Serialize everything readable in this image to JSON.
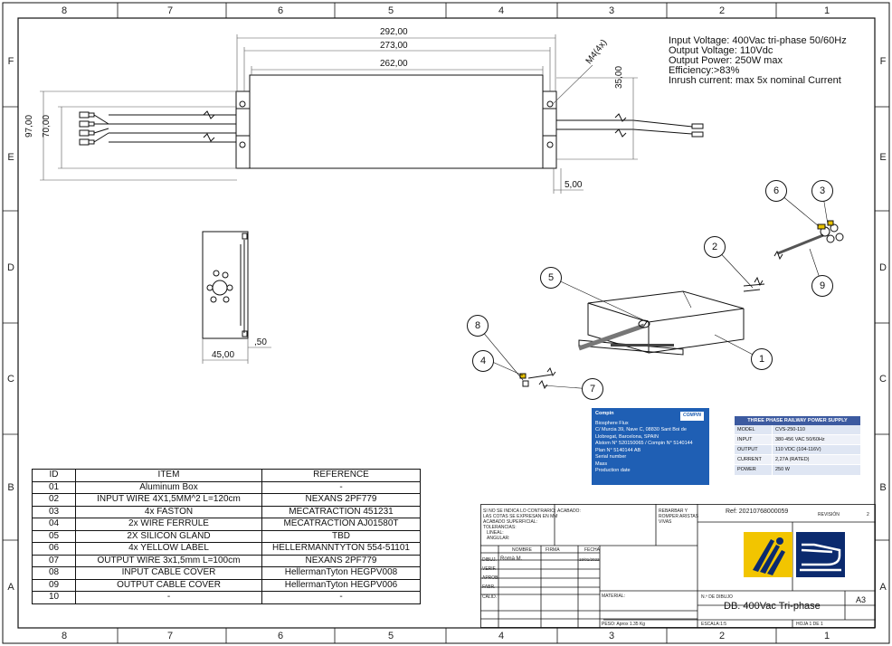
{
  "zones": {
    "columns": [
      "8",
      "7",
      "6",
      "5",
      "4",
      "3",
      "2",
      "1"
    ],
    "rows": [
      "F",
      "E",
      "D",
      "C",
      "B",
      "A"
    ]
  },
  "specs": [
    "Input Voltage: 400Vac tri-phase 50/60Hz",
    "Output Voltage: 110Vdc",
    "Output Power: 250W max",
    "Efficiency:>83%",
    "Inrush current: max 5x nominal Current"
  ],
  "dimensions": {
    "d292": "292,00",
    "d273": "273,00",
    "d262": "262,00",
    "d97": "97,00",
    "d70": "70,00",
    "d35": "35,00",
    "d5": "5,00",
    "m4": "M4(4x)",
    "d45": "45,00",
    "d50": ",50"
  },
  "balloons": [
    "1",
    "2",
    "3",
    "4",
    "5",
    "6",
    "7",
    "8",
    "9"
  ],
  "bom": {
    "headers": [
      "ID",
      "ITEM",
      "REFERENCE"
    ],
    "rows": [
      [
        "01",
        "Aluminum Box",
        "-"
      ],
      [
        "02",
        "INPUT WIRE 4X1,5MM^2 L=120cm",
        "NEXANS 2PF779"
      ],
      [
        "03",
        "4x FASTON",
        "MECATRACTION 451231"
      ],
      [
        "04",
        "2x WIRE FERRULE",
        "MECATRACTION AJ01580T"
      ],
      [
        "05",
        "2X SILICON GLAND",
        "TBD"
      ],
      [
        "06",
        "4x  YELLOW LABEL",
        "HELLERMANNTYTON 554-51101"
      ],
      [
        "07",
        "OUTPUT WIRE 3x1,5mm L=100cm",
        "NEXANS 2PF779"
      ],
      [
        "08",
        "INPUT CABLE COVER",
        "HellermanTyton HEGPV008"
      ],
      [
        "09",
        "OUTPUT CABLE COVER",
        "HellermanTyton HEGPV006"
      ],
      [
        "10",
        "-",
        "-"
      ]
    ]
  },
  "label_blue": {
    "brand": "Compin",
    "logo": "COMPIN",
    "line1": "Biosphere Flux",
    "line2": "C/ Murcia 39, Nave C, 08830 Sant Boi de",
    "line3": "Llobregat, Barcelona, SPAIN",
    "line4": "Alstom N° 520150065 / Compin N° 5140144",
    "line5": "Plan N° 5140144 AB",
    "fields": [
      "Serial number",
      "Mass",
      "Production date"
    ]
  },
  "label_table": {
    "title": "THREE PHASE RAILWAY POWER SUPPLY",
    "rows": [
      [
        "MODEL",
        "CVS-250-110"
      ],
      [
        "INPUT",
        "380-456 VAC 50/60Hz"
      ],
      [
        "OUTPUT",
        "110 VDC (104-116V)"
      ],
      [
        "CURRENT",
        "2,27A (RATED)"
      ],
      [
        "POWER",
        "250 W"
      ]
    ]
  },
  "title_block": {
    "note_lines": [
      "SI NO SE INDICA LO CONTRARIO:",
      "LAS COTAS SE EXPRESAN EN MM",
      "ACABADO SUPERFICIAL:",
      "TOLERANCIAS:",
      "LINEAL:",
      "ANGULAR:"
    ],
    "acabado": "ACABADO:",
    "rebarbar": [
      "REBARBAR Y",
      "ROMPER ARISTAS",
      "VIVAS"
    ],
    "col_headers": [
      "NOMBRE",
      "FIRMA",
      "FECHA"
    ],
    "row_labels": [
      "DIBUJ.",
      "VERIF.",
      "APROB.",
      "FABR.",
      "CALID."
    ],
    "drawn_by": "Romà M.",
    "date": "19/01/2022",
    "material_label": "MATERIAL:",
    "ref_label": "Ref: 20210768000059",
    "revision_label": "REVISIÓN",
    "revision": "2",
    "drawing_no_label": "N.º DE DIBUJO",
    "drawing_title": "DB. 400Vac Tri-phase",
    "sheet_size": "A3",
    "weight": "PESO: Aprox 1.35 Kg",
    "scale": "ESCALA:1:5",
    "sheet": "HOJA 1 DE 1"
  },
  "colors": {
    "border": "#111111",
    "label_blue": "#1f5fb4",
    "logo_blue": "#0b2a6e",
    "logo_yellow": "#f2c500",
    "table_header": "#3c5aa0"
  }
}
